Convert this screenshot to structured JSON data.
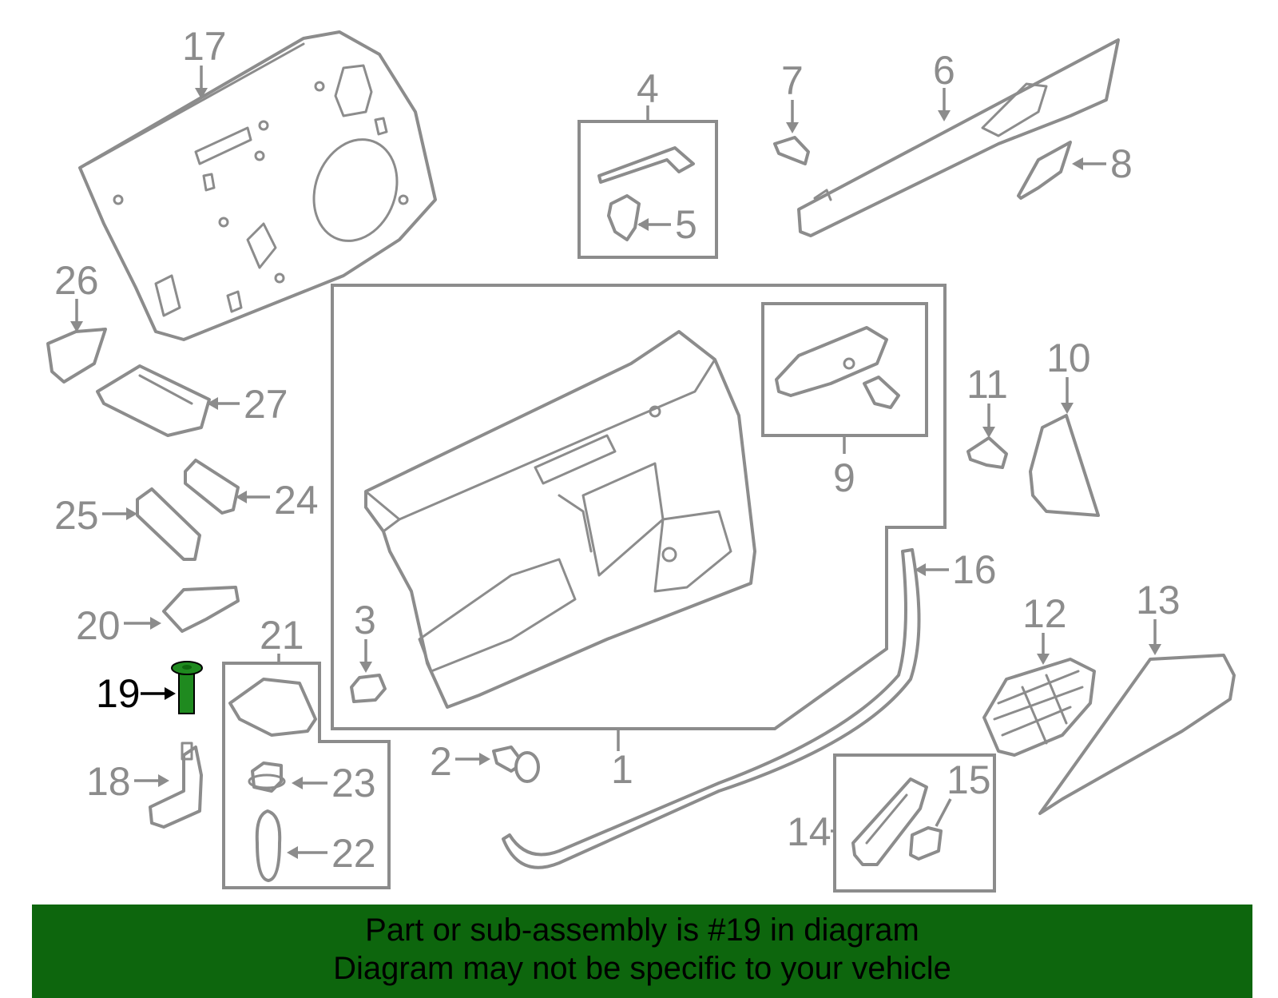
{
  "diagram": {
    "labels": {
      "p1": "1",
      "p2": "2",
      "p3": "3",
      "p4": "4",
      "p5": "5",
      "p6": "6",
      "p7": "7",
      "p8": "8",
      "p9": "9",
      "p10": "10",
      "p11": "11",
      "p12": "12",
      "p13": "13",
      "p14": "14",
      "p15": "15",
      "p16": "16",
      "p17": "17",
      "p18": "18",
      "p19": "19",
      "p20": "20",
      "p21": "21",
      "p22": "22",
      "p23": "23",
      "p24": "24",
      "p25": "25",
      "p26": "26",
      "p27": "27"
    },
    "highlight_part": "19",
    "highlight_color": "#1f8a1f",
    "banner_color": "#0d660d"
  },
  "banner": {
    "line1": "Part or sub-assembly is #19 in diagram",
    "line2": "Diagram may not be specific to your vehicle"
  }
}
